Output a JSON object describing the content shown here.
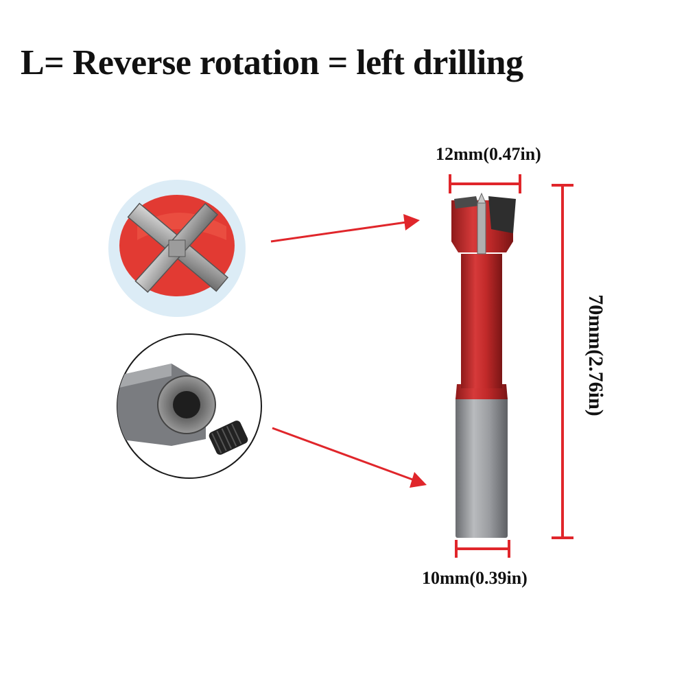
{
  "title": "L= Reverse rotation = left drilling",
  "dimensions": {
    "head_width": "12mm(0.47in)",
    "total_length": "70mm(2.76in)",
    "shank_width": "10mm(0.39in)"
  },
  "colors": {
    "accent": "#e0262b",
    "body_red": "#c72a2a",
    "shank_gray": "#8e9094",
    "detail_circle_fill": "#dcecf6"
  }
}
